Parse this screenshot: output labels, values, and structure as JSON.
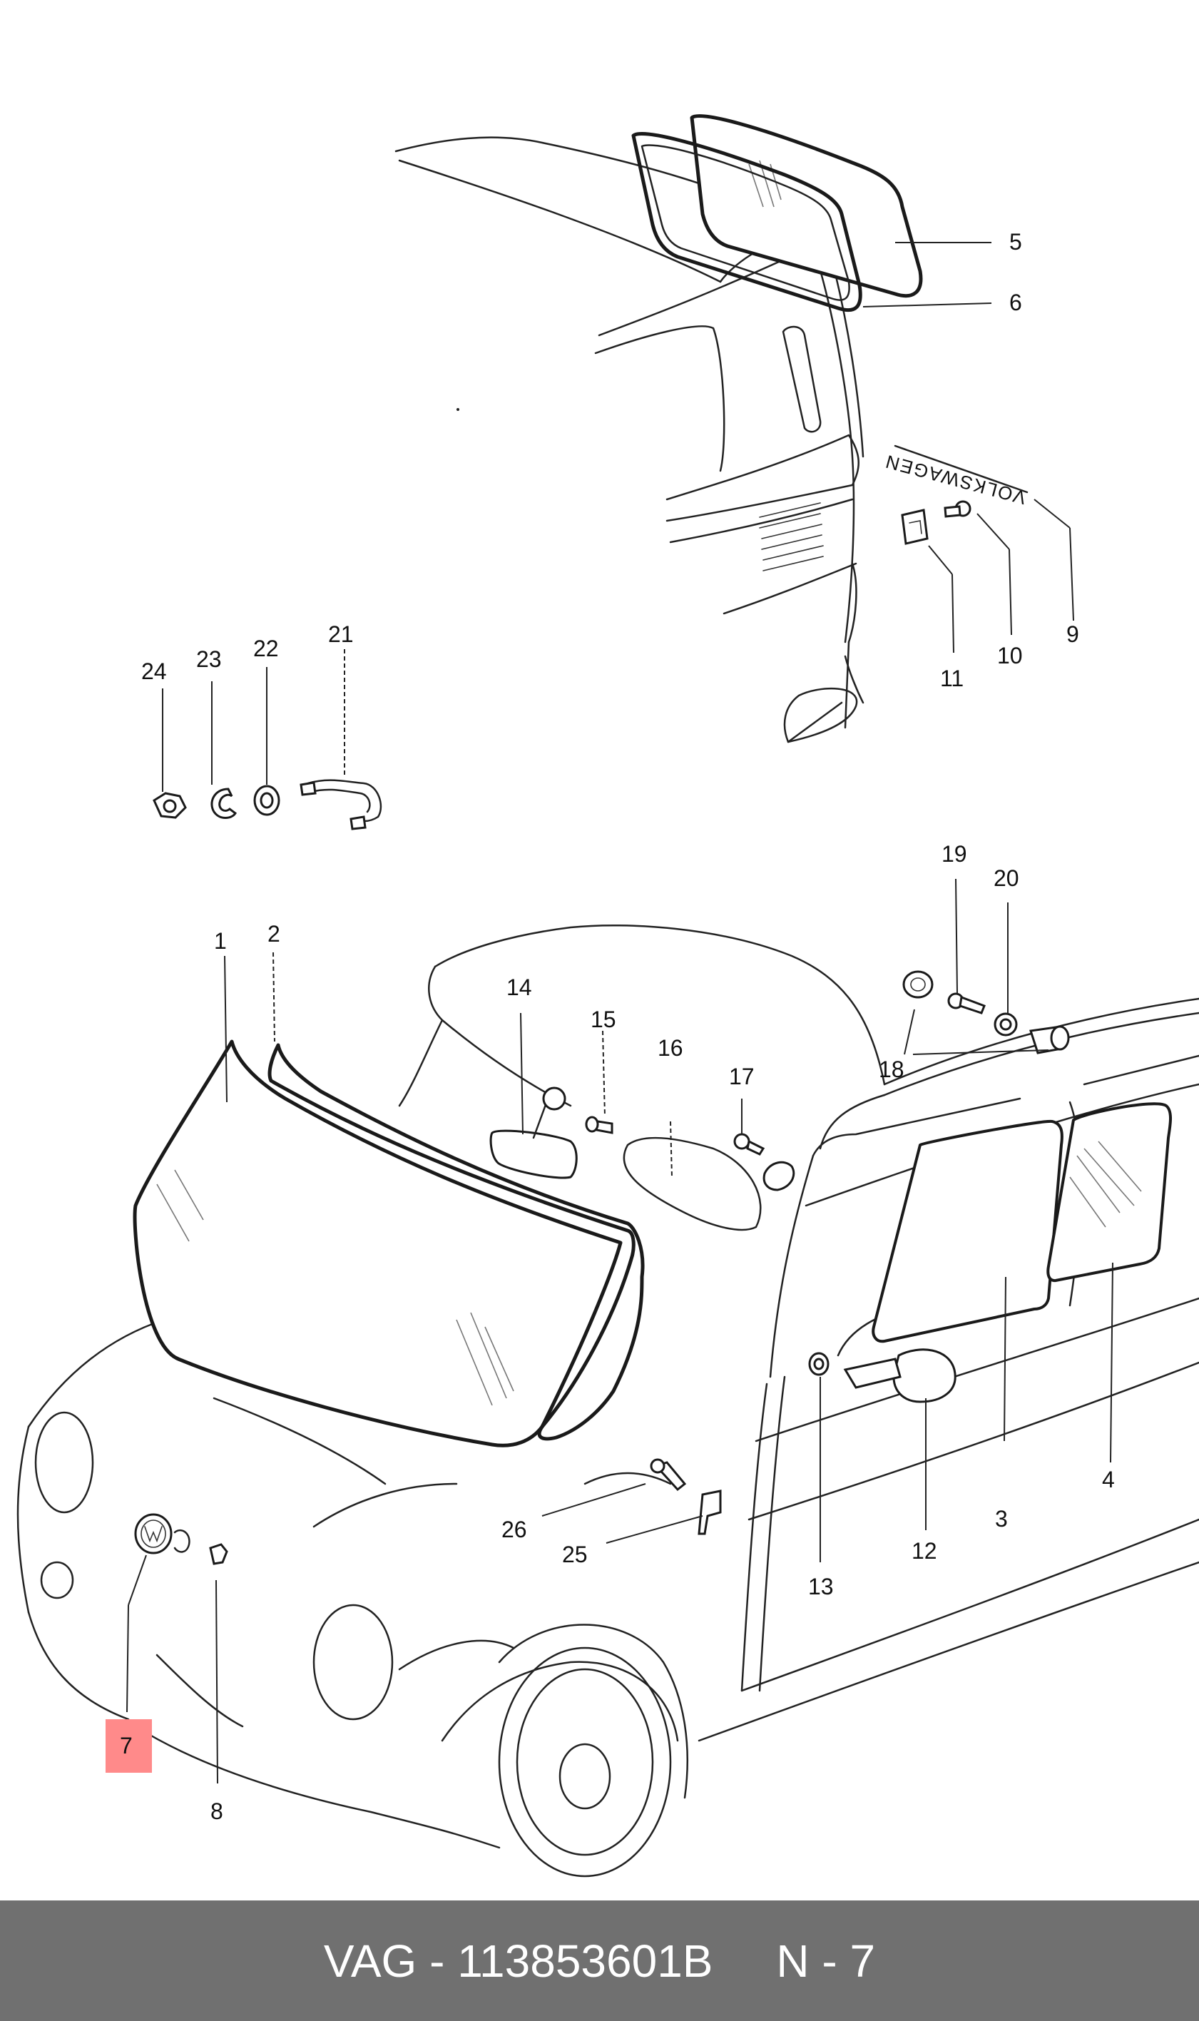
{
  "diagram": {
    "callouts": [
      {
        "id": "c1",
        "label": "1"
      },
      {
        "id": "c2",
        "label": "2"
      },
      {
        "id": "c3",
        "label": "3"
      },
      {
        "id": "c4",
        "label": "4"
      },
      {
        "id": "c5",
        "label": "5"
      },
      {
        "id": "c6",
        "label": "6"
      },
      {
        "id": "c7",
        "label": "7",
        "highlighted": true
      },
      {
        "id": "c8",
        "label": "8"
      },
      {
        "id": "c9",
        "label": "9"
      },
      {
        "id": "c10",
        "label": "10"
      },
      {
        "id": "c11",
        "label": "11"
      },
      {
        "id": "c12",
        "label": "12"
      },
      {
        "id": "c13",
        "label": "13"
      },
      {
        "id": "c14",
        "label": "14"
      },
      {
        "id": "c15",
        "label": "15"
      },
      {
        "id": "c16",
        "label": "16"
      },
      {
        "id": "c17",
        "label": "17"
      },
      {
        "id": "c18",
        "label": "18"
      },
      {
        "id": "c19",
        "label": "19"
      },
      {
        "id": "c20",
        "label": "20"
      },
      {
        "id": "c21",
        "label": "21"
      },
      {
        "id": "c22",
        "label": "22"
      },
      {
        "id": "c23",
        "label": "23"
      },
      {
        "id": "c24",
        "label": "24"
      },
      {
        "id": "c25",
        "label": "25"
      },
      {
        "id": "c26",
        "label": "26"
      }
    ],
    "emblem_text": "VOLKSWAGEN",
    "highlight_color": "#ff8a8a"
  },
  "footer": {
    "brand": "VAG",
    "separator": " - ",
    "part_number": "113853601B",
    "gap": "     ",
    "ref": "N - 7",
    "background": "#707070"
  }
}
